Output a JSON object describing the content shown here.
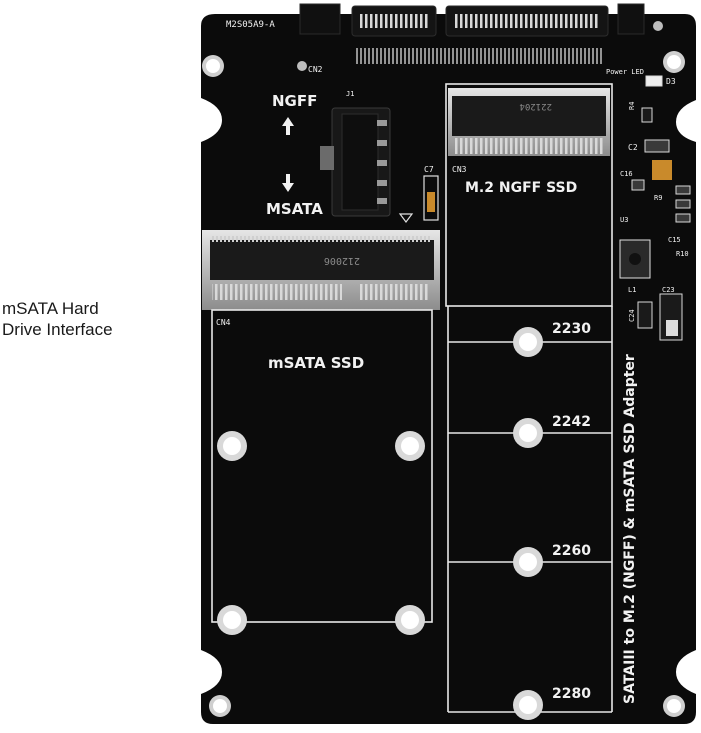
{
  "caption": {
    "line1": "mSATA Hard",
    "line2": "Drive Interface"
  },
  "board": {
    "model_code": "M2S05A9-A",
    "connector_label": "CN2",
    "power_led_label": "Power LED",
    "switch_label": "J1",
    "cn3_label": "CN3",
    "cn4_label": "CN4",
    "mode_top": "NGFF",
    "mode_bottom": "MSATA",
    "ngff_slot_title": "M.2  NGFF SSD",
    "msata_slot_title": "mSATA SSD",
    "ngff_socket_code": "221204",
    "msata_socket_code": "212006",
    "lengths": [
      "2230",
      "2242",
      "2260",
      "2280"
    ],
    "vertical_title": "SATAIII to M.2 (NGFF) & mSATA SSD Adapter",
    "components": [
      "C7",
      "R4",
      "D3",
      "C2",
      "C16",
      "R9",
      "U3",
      "C15",
      "R10",
      "L1",
      "C23",
      "C24"
    ]
  },
  "colors": {
    "pcb": "#0b0b0b",
    "silkscreen": "#f2f2f2",
    "metal": "#bfbfbf"
  }
}
